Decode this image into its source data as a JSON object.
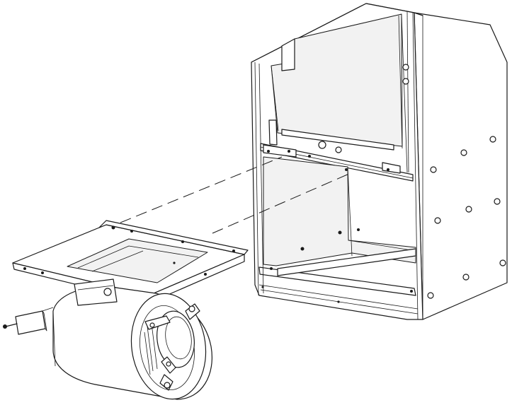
{
  "figure": {
    "parts": [
      {
        "name": "cabinet",
        "icon": "cabinet-icon"
      },
      {
        "name": "mounting-plate",
        "icon": "mounting-plate-icon"
      },
      {
        "name": "blower-assembly",
        "icon": "blower-icon"
      },
      {
        "name": "access-cover",
        "icon": "cover-plate-icon"
      },
      {
        "name": "screw",
        "icon": "screw-icon"
      }
    ],
    "line_color": "#1a1a1a",
    "background": "#ffffff",
    "style": "exploded-view line drawing"
  }
}
